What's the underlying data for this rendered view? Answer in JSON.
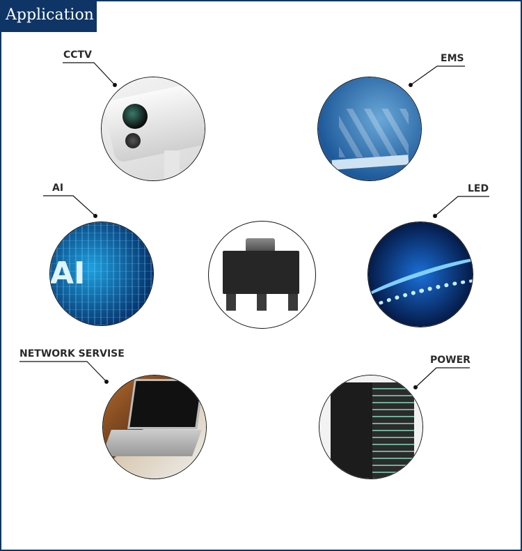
{
  "header": {
    "title": "Application"
  },
  "applications": [
    {
      "label": "CCTV",
      "icon": "camera-image"
    },
    {
      "label": "EMS",
      "icon": "medical-image"
    },
    {
      "label": "AI",
      "icon": "ai-circuit-image"
    },
    {
      "label": "LED",
      "icon": "led-strip-image"
    },
    {
      "label": "NETWORK SERVISE",
      "icon": "laptop-image"
    },
    {
      "label": "POWER",
      "icon": "server-rack-image"
    }
  ],
  "product": {
    "icon": "sot89-chip-image"
  },
  "colors": {
    "brand": "#0e3566"
  }
}
